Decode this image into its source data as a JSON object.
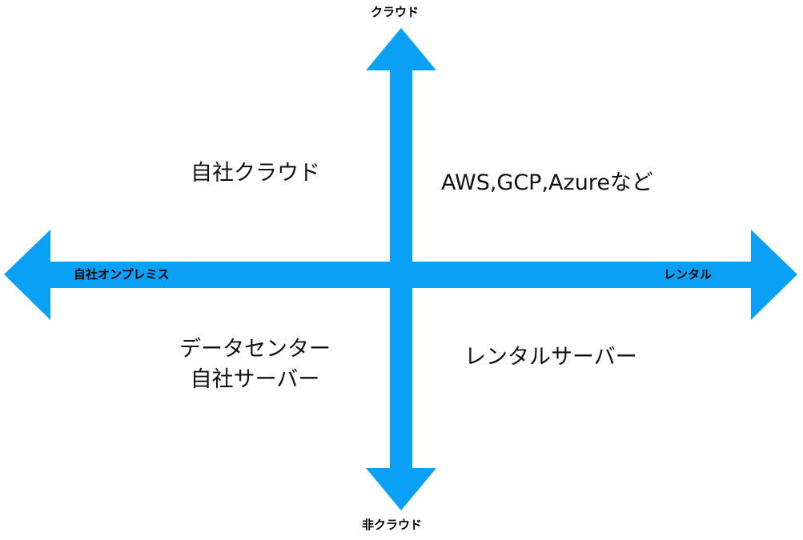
{
  "colors": {
    "arrow": "#0aa0f5",
    "text": "#111111",
    "background": "#ffffff"
  },
  "axes": {
    "top": "クラウド",
    "bottom": "非クラウド",
    "left": "自社オンプレミス",
    "right": "レンタル"
  },
  "quadrants": {
    "top_left": "自社クラウド",
    "top_right": "AWS,GCP,Azureなど",
    "bottom_left_line1": "データセンター",
    "bottom_left_line2": "自社サーバー",
    "bottom_right": "レンタルサーバー"
  }
}
